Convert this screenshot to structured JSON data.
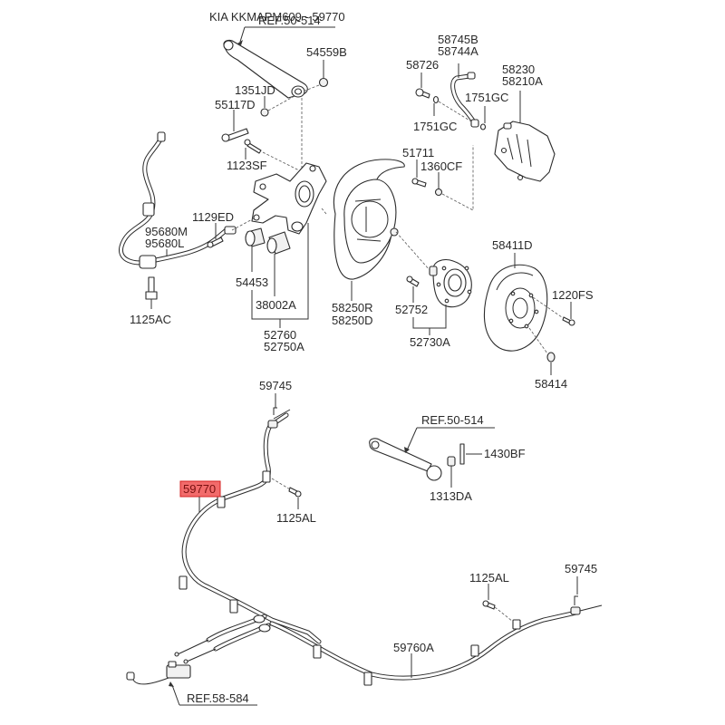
{
  "diagram": {
    "title": "Rear Brake / Suspension & Parking Brake Cable Assembly",
    "overlay_text": "KIA KKMAPM609 - 59770",
    "highlight_color": "#f26b6b",
    "highlighted_part": "59770",
    "refs": {
      "ref_50_514_top": "REF.50-514",
      "ref_50_514_mid": "REF.50-514",
      "ref_58_584": "REF.58-584"
    },
    "labels": {
      "p54559B": "54559B",
      "p1351JD": "1351JD",
      "p55117D": "55117D",
      "p1123SF": "1123SF",
      "p1129ED": "1129ED",
      "p95680M": "95680M",
      "p95680L": "95680L",
      "p1125AC": "1125AC",
      "p54453": "54453",
      "p38002A": "38002A",
      "p52760": "52760",
      "p52750A": "52750A",
      "p58745B": "58745B",
      "p58744A": "58744A",
      "p58726": "58726",
      "p1751GC_a": "1751GC",
      "p1751GC_b": "1751GC",
      "p58230": "58230",
      "p58210A": "58210A",
      "p51711": "51711",
      "p1360CF": "1360CF",
      "p58250R": "58250R",
      "p58250D": "58250D",
      "p52752": "52752",
      "p52730A": "52730A",
      "p58411D": "58411D",
      "p1220FS": "1220FS",
      "p58414": "58414",
      "p59745_a": "59745",
      "p59770": "59770",
      "p1125AL_a": "1125AL",
      "p1430BF": "1430BF",
      "p1313DA": "1313DA",
      "p1125AL_b": "1125AL",
      "p59745_b": "59745",
      "p59760A": "59760A"
    }
  }
}
